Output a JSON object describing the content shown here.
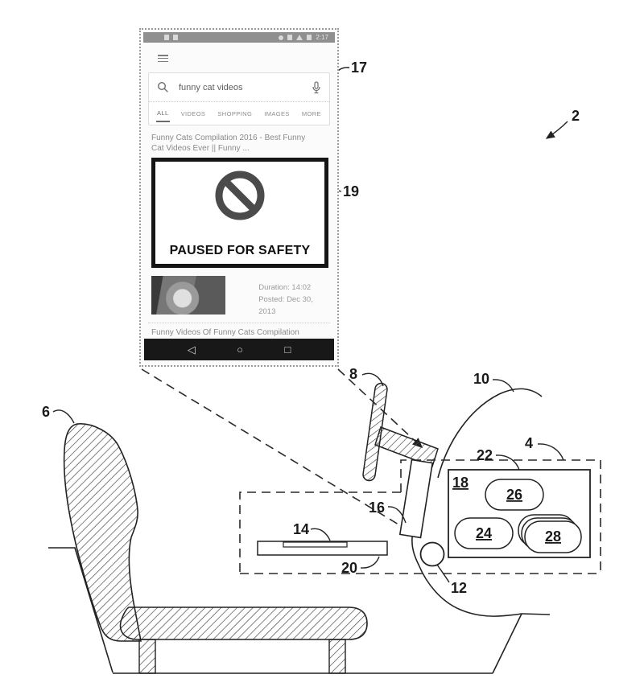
{
  "figure": {
    "labels": {
      "n2": "2",
      "n4": "4",
      "n6": "6",
      "n8": "8",
      "n10": "10",
      "n12": "12",
      "n14": "14",
      "n16": "16",
      "n17": "17",
      "n19": "19",
      "n20": "20",
      "n22": "22",
      "n18": "18",
      "n24": "24",
      "n26": "26",
      "n28": "28"
    },
    "line_color": "#222222",
    "dash_color": "#2a2a2a"
  },
  "phone": {
    "status": {
      "time": "2:17"
    },
    "search": {
      "query": "funny cat videos"
    },
    "tabs": [
      "ALL",
      "VIDEOS",
      "SHOPPING",
      "IMAGES",
      "MORE"
    ],
    "result": {
      "title_line1": "Funny Cats Compilation 2016 - Best Funny",
      "title_line2": "Cat Videos Ever || Funny ...",
      "overlay_text": "PAUSED FOR SAFETY",
      "duration": "Duration: 14:02",
      "posted": "Posted: Dec 30, 2013"
    },
    "result2": {
      "title": "Funny Videos Of Funny Cats Compilation"
    },
    "nav": {
      "back": "◁",
      "home": "○",
      "recents": "□"
    }
  }
}
